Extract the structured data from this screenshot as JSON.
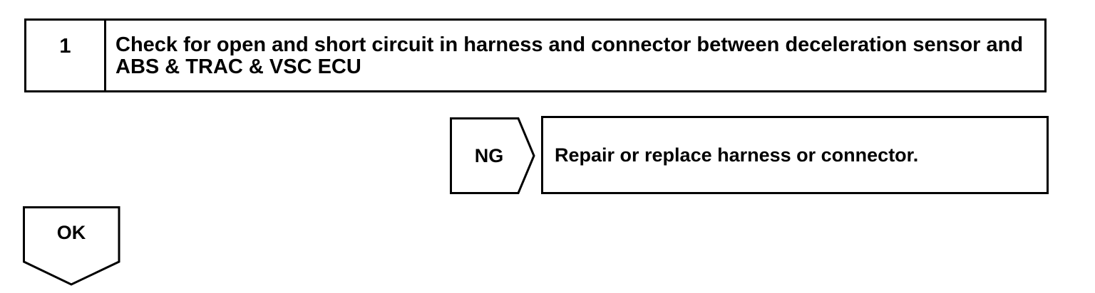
{
  "step": {
    "number": "1",
    "title": "Check for open and short circuit in harness and connector between deceleration sensor and ABS & TRAC & VSC ECU"
  },
  "ng_branch": {
    "label": "NG",
    "action": "Repair or replace harness or connector."
  },
  "ok_branch": {
    "label": "OK"
  }
}
